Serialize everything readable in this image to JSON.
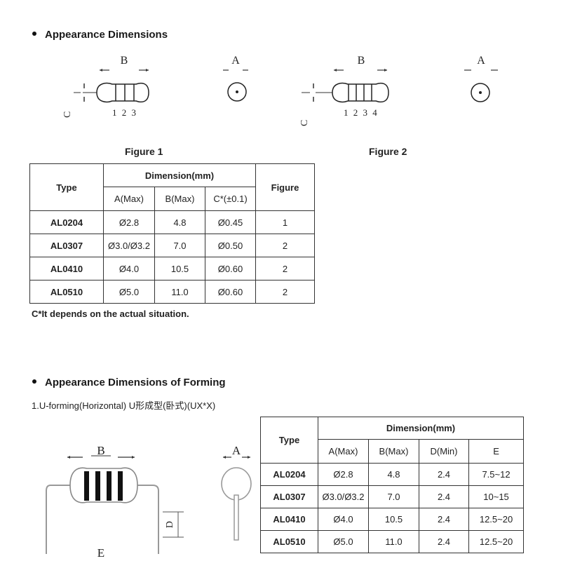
{
  "section1": {
    "heading": "Appearance Dimensions",
    "fig1": {
      "label_b": "B",
      "label_a": "A",
      "label_c": "C",
      "numbers": "1 2 3",
      "caption": "Figure 1"
    },
    "fig2": {
      "label_b": "B",
      "label_a": "A",
      "label_c": "C",
      "numbers": "1 2 3 4",
      "caption": "Figure 2"
    },
    "table": {
      "header_type": "Type",
      "header_dimension": "Dimension(mm)",
      "header_figure": "Figure",
      "sub_a": "A(Max)",
      "sub_b": "B(Max)",
      "sub_c": "C*(±0.1)",
      "rows": [
        {
          "type": "AL0204",
          "a": "Ø2.8",
          "b": "4.8",
          "c": "Ø0.45",
          "figure": "1"
        },
        {
          "type": "AL0307",
          "a": "Ø3.0/Ø3.2",
          "b": "7.0",
          "c": "Ø0.50",
          "figure": "2"
        },
        {
          "type": "AL0410",
          "a": "Ø4.0",
          "b": "10.5",
          "c": "Ø0.60",
          "figure": "2"
        },
        {
          "type": "AL0510",
          "a": "Ø5.0",
          "b": "11.0",
          "c": "Ø0.60",
          "figure": "2"
        }
      ]
    },
    "note": "C*It depends on the actual situation."
  },
  "section2": {
    "heading": "Appearance Dimensions of Forming",
    "subheading": "1.U-forming(Horizontal) U形成型(卧式)(UX*X)",
    "drawing": {
      "label_b": "B",
      "label_a": "A",
      "label_d": "D",
      "label_e": "E"
    },
    "table": {
      "header_type": "Type",
      "header_dimension": "Dimension(mm)",
      "sub_a": "A(Max)",
      "sub_b": "B(Max)",
      "sub_d": "D(Min)",
      "sub_e": "E",
      "rows": [
        {
          "type": "AL0204",
          "a": "Ø2.8",
          "b": "4.8",
          "d": "2.4",
          "e": "7.5~12"
        },
        {
          "type": "AL0307",
          "a": "Ø3.0/Ø3.2",
          "b": "7.0",
          "d": "2.4",
          "e": "10~15"
        },
        {
          "type": "AL0410",
          "a": "Ø4.0",
          "b": "10.5",
          "d": "2.4",
          "e": "12.5~20"
        },
        {
          "type": "AL0510",
          "a": "Ø5.0",
          "b": "11.0",
          "d": "2.4",
          "e": "12.5~20"
        }
      ]
    }
  }
}
